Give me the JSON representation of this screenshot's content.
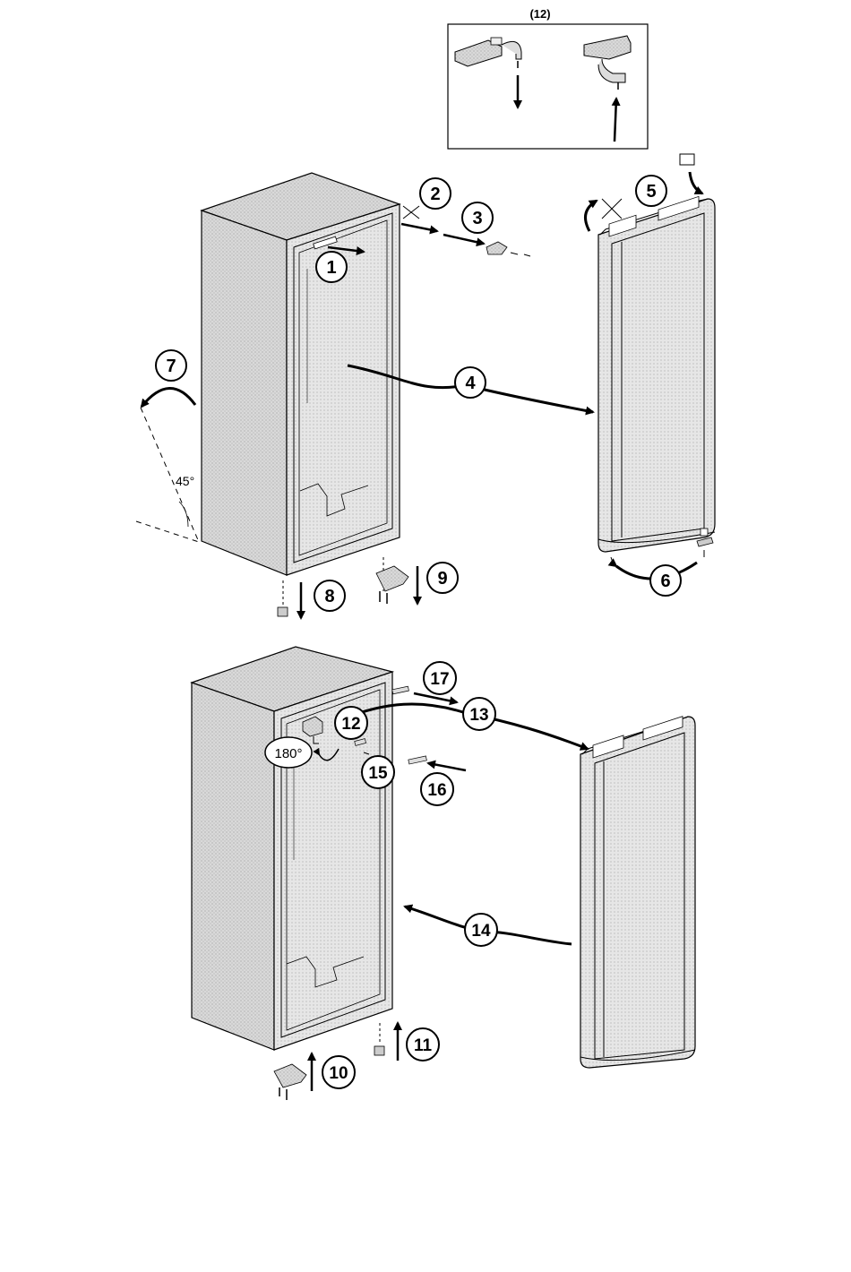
{
  "detail_label": "(12)",
  "steps": [
    "1",
    "2",
    "3",
    "4",
    "5",
    "6",
    "7",
    "8",
    "9",
    "10",
    "11",
    "12",
    "13",
    "14",
    "15",
    "16",
    "17"
  ],
  "angles": {
    "tilt": "45°",
    "rotate": "180°"
  },
  "icons": [
    "hinge-icon",
    "screw-icon",
    "pin-icon",
    "cap-icon"
  ]
}
